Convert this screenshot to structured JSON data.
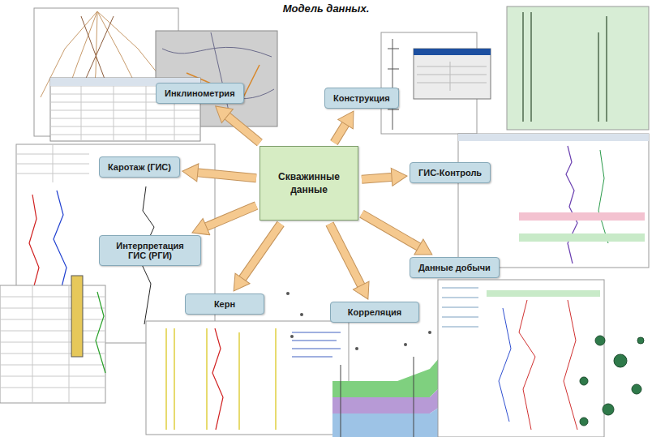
{
  "diagram": {
    "title": "Модель данных.",
    "nodes": [
      {
        "text": [
          "Инклинометрия"
        ]
      },
      {
        "text": [
          "Конструкция"
        ]
      },
      {
        "text": [
          "Каротаж (ГИС)"
        ]
      },
      {
        "text": [
          "Скважинные данные"
        ]
      },
      {
        "text": [
          "ГИС-Контроль"
        ]
      },
      {
        "text": [
          "Интерпретация ГИС (РГИ)"
        ]
      },
      {
        "text": [
          "Данные добычи"
        ]
      },
      {
        "text": [
          "Керн"
        ]
      },
      {
        "text": [
          "Корреляция"
        ]
      }
    ],
    "edges": [
      {
        "from": 3,
        "to": 0,
        "arrow": "to"
      },
      {
        "from": 3,
        "to": 1,
        "arrow": "to"
      },
      {
        "from": 3,
        "to": 2,
        "arrow": "to"
      },
      {
        "from": 3,
        "to": 4,
        "arrow": "to"
      },
      {
        "from": 3,
        "to": 5,
        "arrow": "to"
      },
      {
        "from": 3,
        "to": 6,
        "arrow": "to"
      },
      {
        "from": 3,
        "to": 7,
        "arrow": "to"
      },
      {
        "from": 3,
        "to": 8,
        "arrow": "to"
      }
    ]
  }
}
